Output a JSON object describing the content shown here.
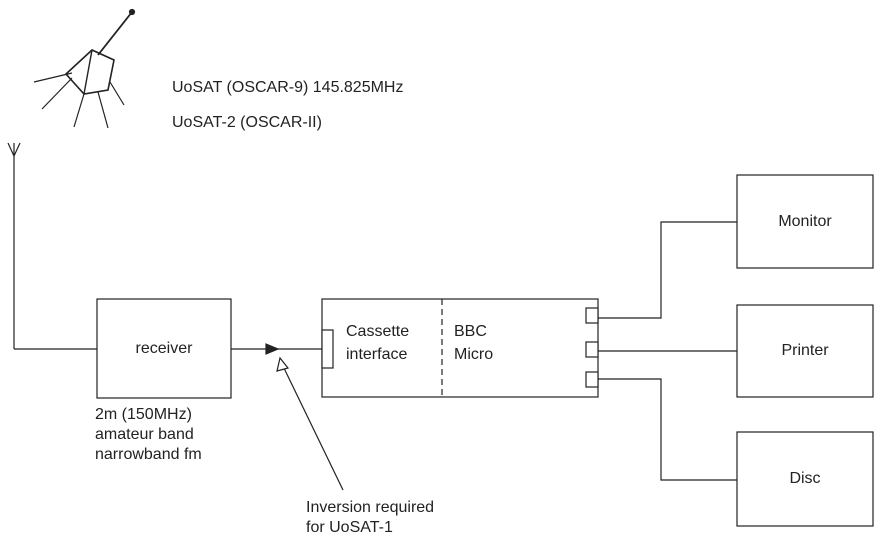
{
  "satellite": {
    "line1": "UoSAT (OSCAR-9) 145.825MHz",
    "line2": "UoSAT-2 (OSCAR-II)"
  },
  "receiver": {
    "label": "receiver",
    "band_line1": "2m (150MHz)",
    "band_line2": "amateur band",
    "band_line3": "narrowband fm"
  },
  "inversion_note": {
    "line1": "Inversion required",
    "line2": "for UoSAT-1"
  },
  "computer": {
    "cassette_line1": "Cassette",
    "cassette_line2": "interface",
    "bbc_line1": "BBC",
    "bbc_line2": "Micro"
  },
  "peripherals": {
    "monitor": "Monitor",
    "printer": "Printer",
    "disc": "Disc"
  },
  "colors": {
    "ink": "#222222",
    "background": "#ffffff"
  }
}
